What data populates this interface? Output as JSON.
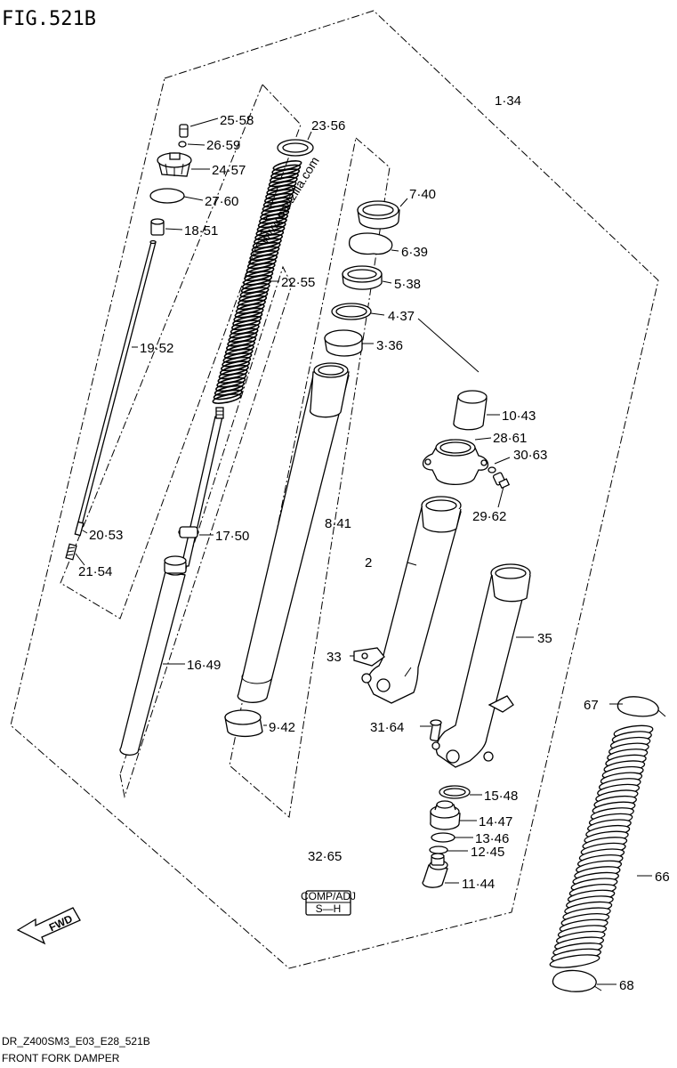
{
  "figure": {
    "title": "FIG.521B",
    "footer_code": "DR_Z400SM3_E03_E28_521B",
    "footer_name": "FRONT FORK DAMPER",
    "watermark": "www.partzilla.com",
    "fwd_label": "FWD"
  },
  "badge": {
    "top": "COMP/ADJ",
    "bottom": "S—H"
  },
  "callouts": [
    {
      "id": "1",
      "text": "1·34"
    },
    {
      "id": "2",
      "text": "2"
    },
    {
      "id": "3",
      "text": "3·36"
    },
    {
      "id": "4",
      "text": "4·37"
    },
    {
      "id": "5",
      "text": "5·38"
    },
    {
      "id": "6",
      "text": "6·39"
    },
    {
      "id": "7",
      "text": "7·40"
    },
    {
      "id": "8",
      "text": "8·41"
    },
    {
      "id": "9",
      "text": "9·42"
    },
    {
      "id": "10",
      "text": "10·43"
    },
    {
      "id": "11",
      "text": "11·44"
    },
    {
      "id": "12",
      "text": "12·45"
    },
    {
      "id": "13",
      "text": "13·46"
    },
    {
      "id": "14",
      "text": "14·47"
    },
    {
      "id": "15",
      "text": "15·48"
    },
    {
      "id": "16",
      "text": "16·49"
    },
    {
      "id": "17",
      "text": "17·50"
    },
    {
      "id": "18",
      "text": "18·51"
    },
    {
      "id": "19",
      "text": "19·52"
    },
    {
      "id": "20",
      "text": "20·53"
    },
    {
      "id": "21",
      "text": "21·54"
    },
    {
      "id": "22",
      "text": "22·55"
    },
    {
      "id": "23",
      "text": "23·56"
    },
    {
      "id": "24",
      "text": "24·57"
    },
    {
      "id": "25",
      "text": "25·58"
    },
    {
      "id": "26",
      "text": "26·59"
    },
    {
      "id": "27",
      "text": "27·60"
    },
    {
      "id": "28",
      "text": "28·61"
    },
    {
      "id": "29",
      "text": "29·62"
    },
    {
      "id": "30",
      "text": "30·63"
    },
    {
      "id": "31",
      "text": "31·64"
    },
    {
      "id": "32",
      "text": "32·65"
    },
    {
      "id": "33",
      "text": "33"
    },
    {
      "id": "35",
      "text": "35"
    },
    {
      "id": "66",
      "text": "66"
    },
    {
      "id": "67",
      "text": "67"
    },
    {
      "id": "68",
      "text": "68"
    }
  ]
}
